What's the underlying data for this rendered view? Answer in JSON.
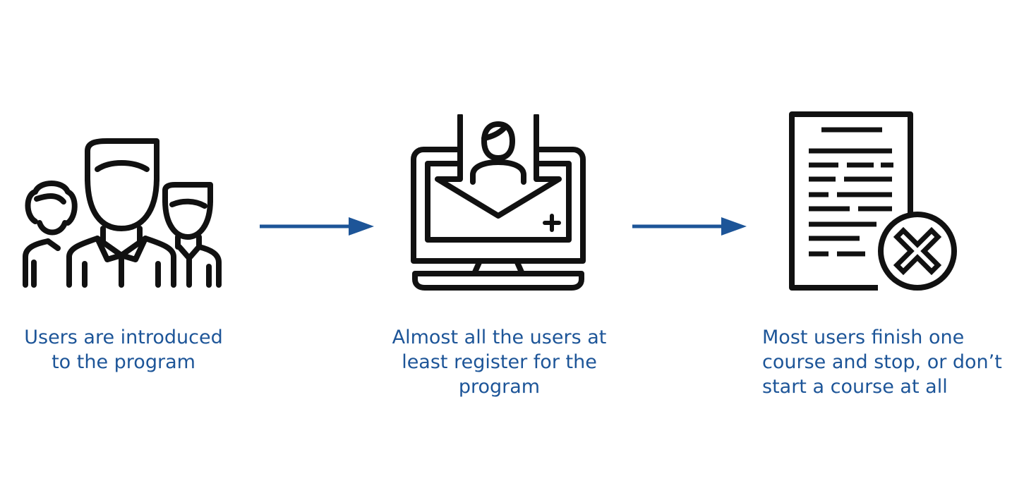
{
  "steps": [
    {
      "icon": "users-group-icon",
      "caption": "Users are introduced to the program"
    },
    {
      "icon": "computer-register-icon",
      "caption": "Almost all the users at least register for the program"
    },
    {
      "icon": "document-cancel-icon",
      "caption": "Most users finish one course and stop, or don’t start a course at all"
    }
  ],
  "colors": {
    "accent": "#1d5598",
    "icon": "#111111"
  }
}
